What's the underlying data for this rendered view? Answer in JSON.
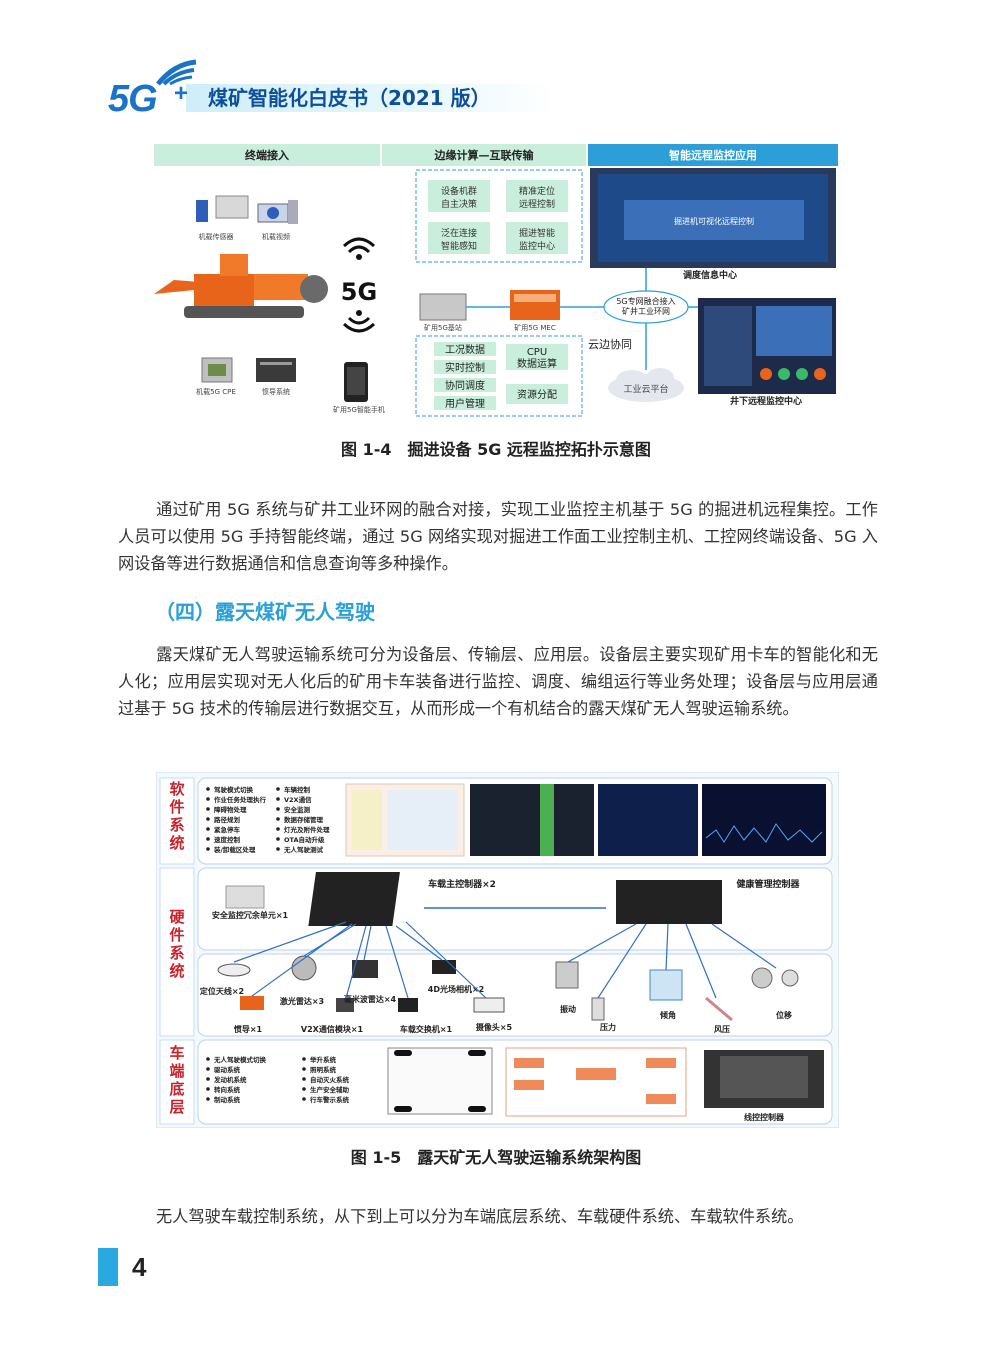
{
  "header": {
    "logo": "5G",
    "logo_plus": "+",
    "title": "煤矿智能化白皮书（2021 版）"
  },
  "figure1": {
    "columns": [
      "终端接入",
      "边缘计算—互联传输",
      "智能远程监控应用"
    ],
    "devices": {
      "sensor": "机载传感器",
      "camera": "机载视频",
      "cpe": "机载5G CPE",
      "switch": "惯导系统",
      "phone": "矿用5G智能手机",
      "base_station": "矿用5G基站",
      "mec": "矿用5G MEC"
    },
    "wifi_label": "5G",
    "edge_boxes": [
      "设备机群\n自主决策",
      "精准定位\n远程控制",
      "泛在连接\n智能感知",
      "掘进智能\n监控中心"
    ],
    "edge_tasks_left": [
      "工况数据",
      "实时控制",
      "协同调度",
      "用户管理"
    ],
    "edge_tasks_right": [
      "CPU\n数据运算",
      "资源分配"
    ],
    "network_label": "5G专网融合接入\n矿井工业环网",
    "cloud_edge": "云边协同",
    "cloud_platform": "工业云平台",
    "dispatch_center": "调度信息中心",
    "underground_center": "井下远程监控中心",
    "screen_text": "掘进机可视化远程控制"
  },
  "caption1": "图 1-4　掘进设备 5G 远程监控拓扑示意图",
  "para1": "通过矿用 5G 系统与矿井工业环网的融合对接，实现工业监控主机基于 5G 的掘进机远程集控。工作人员可以使用 5G 手持智能终端，通过 5G 网络实现对掘进工作面工业控制主机、工控网终端设备、5G 入网设备等进行数据通信和信息查询等多种操作。",
  "section_heading": "（四）露天煤矿无人驾驶",
  "para2": "露天煤矿无人驾驶运输系统可分为设备层、传输层、应用层。设备层主要实现矿用卡车的智能化和无人化；应用层实现对无人化后的矿用卡车装备进行监控、调度、编组运行等业务处理；设备层与应用层通过基于 5G 技术的传输层进行数据交互，从而形成一个有机结合的露天煤矿无人驾驶运输系统。",
  "figure2": {
    "layers": [
      "软件系统",
      "硬件系统",
      "车端底层"
    ],
    "software_col1": [
      "驾驶模式切换",
      "作业任务处理执行",
      "障碍物处理",
      "路径规划",
      "紧急停车",
      "速度控制",
      "装/卸载区处理"
    ],
    "software_col2": [
      "车辆控制",
      "V2X通信",
      "安全监测",
      "数据存储管理",
      "灯光及附件处理",
      "OTA自动升级",
      "无人驾驶测试"
    ],
    "hw_main": "车载主控制器×2",
    "hw_health": "健康管理控制器",
    "hw_safety": "安全监控冗余单元×1",
    "hw_sensors": [
      "定位天线×2",
      "激光雷达×3",
      "毫米波雷达×4",
      "4D光场相机×2"
    ],
    "hw_sensors_lower": [
      "惯导×1",
      "V2X通信模块×1",
      "车载交换机×1",
      "摄像头×5"
    ],
    "hw_health_sensors": [
      "振动",
      "压力",
      "倾角",
      "风压",
      "位移"
    ],
    "vehicle_col1": [
      "无人驾驶模式切换",
      "驱动系统",
      "发动机系统",
      "转向系统",
      "制动系统"
    ],
    "vehicle_col2": [
      "举升系统",
      "照明系统",
      "自动灭火系统",
      "生产安全辅助",
      "行车警示系统"
    ],
    "vehicle_controller": "线控控制器"
  },
  "caption2": "图 1-5　露天矿无人驾驶运输系统架构图",
  "para3": "无人驾驶车载控制系统，从下到上可以分为车端底层系统、车载硬件系统、车载软件系统。",
  "page_number": "4",
  "colors": {
    "accent": "#1a73c8",
    "heading": "#2a9fd8",
    "page_bar": "#29a9e0",
    "layer_red": "#c8232c"
  }
}
